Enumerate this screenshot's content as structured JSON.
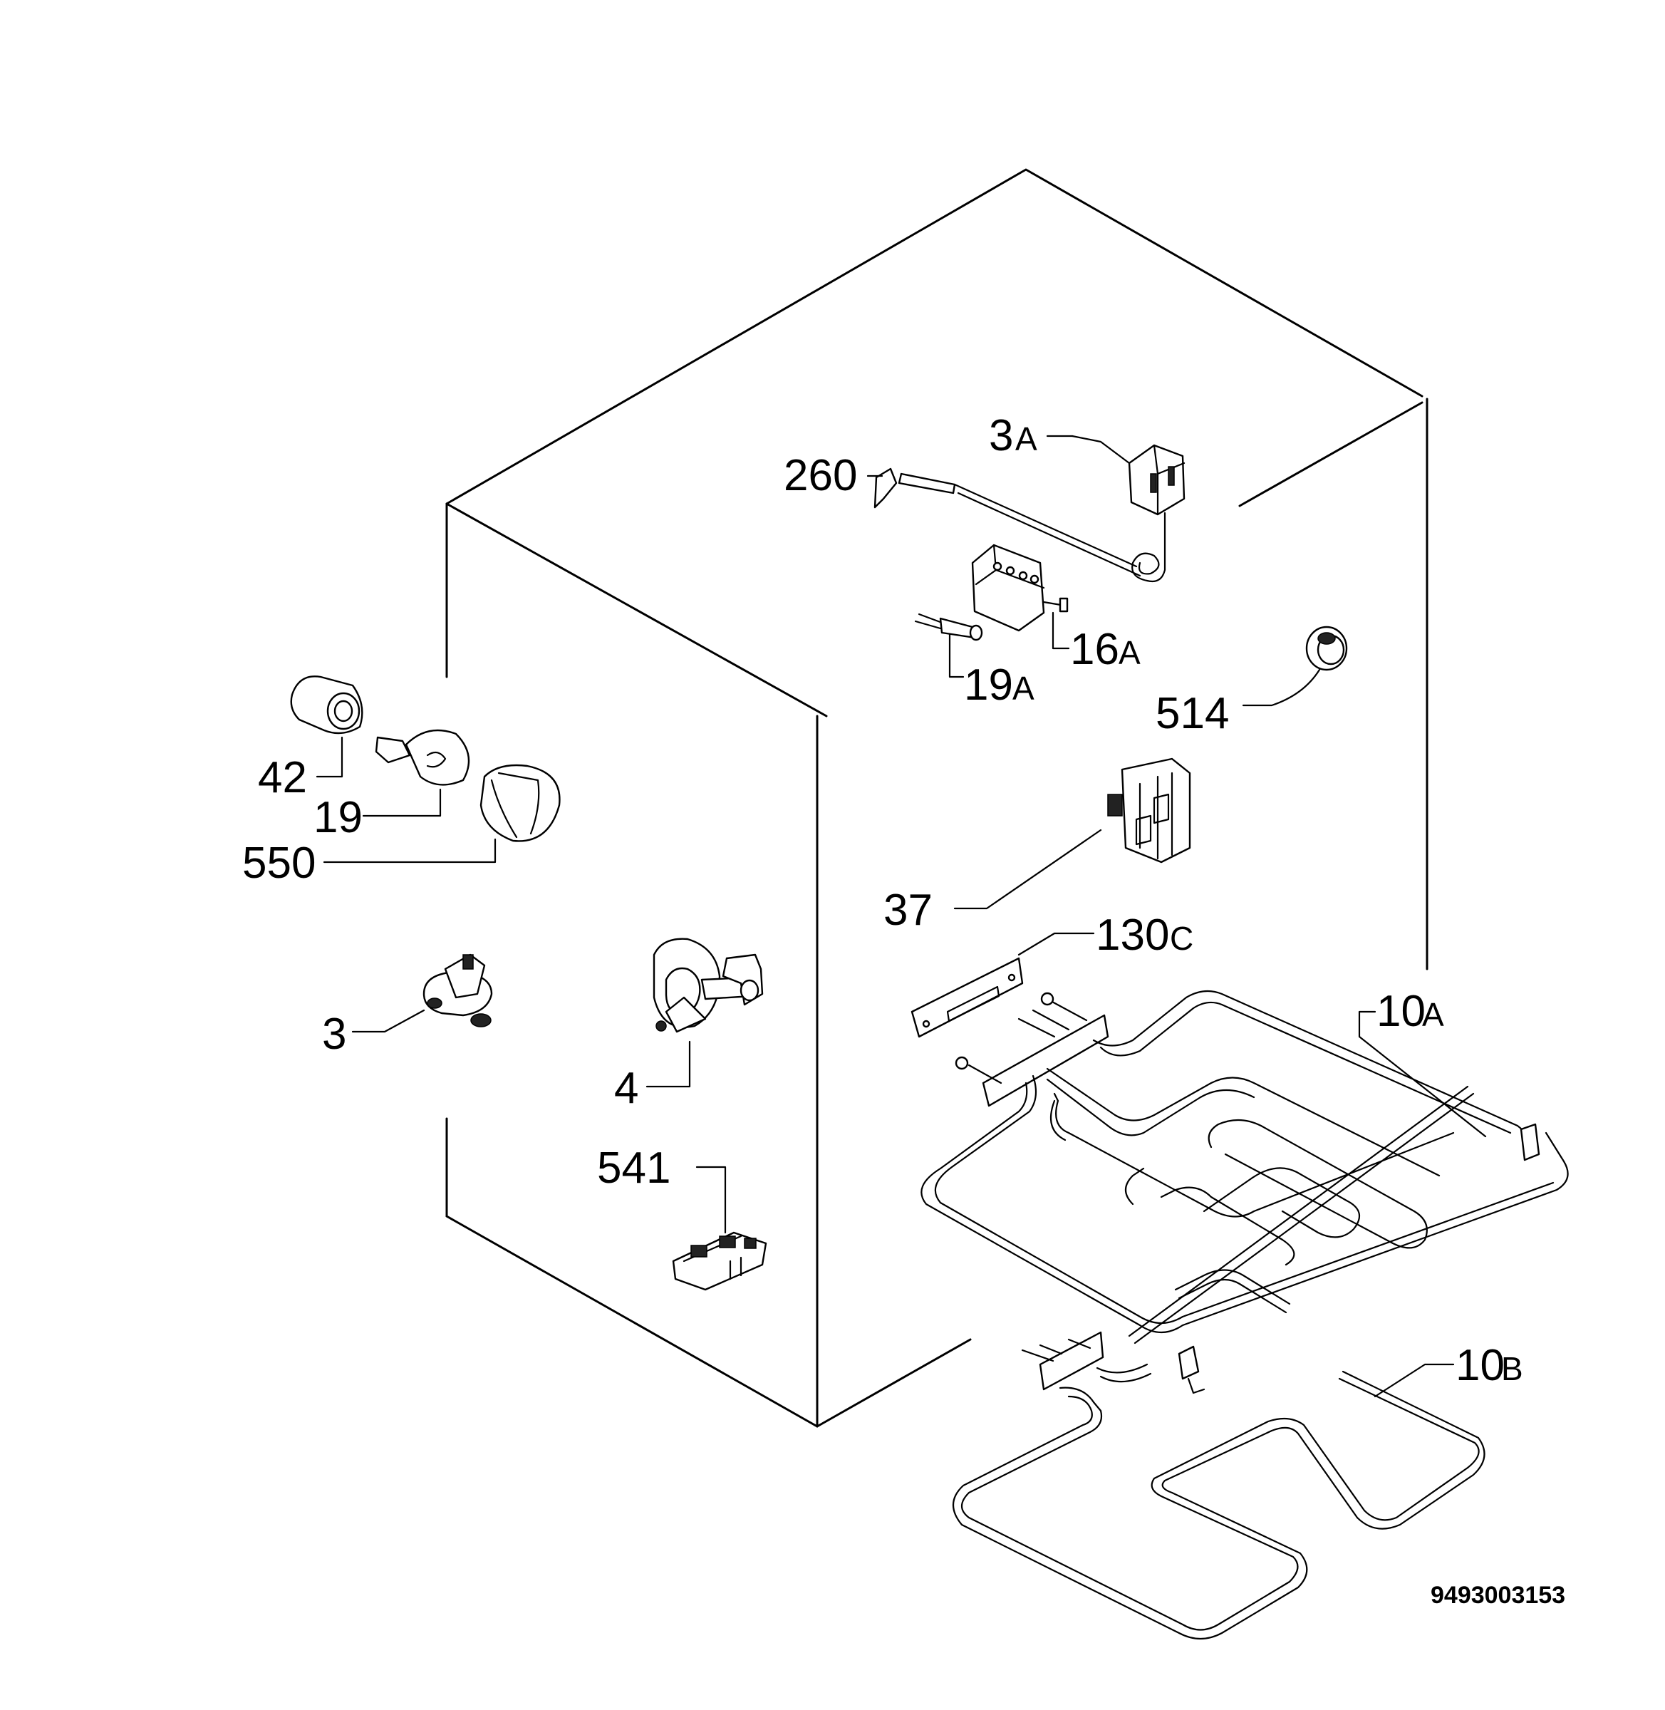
{
  "labels": {
    "p3a_num": "3",
    "p3a_suf": "A",
    "p260": "260",
    "p16a_num": "16",
    "p16a_suf": "A",
    "p19a_num": "19",
    "p19a_suf": "A",
    "p514": "514",
    "p42": "42",
    "p19": "19",
    "p550": "550",
    "p37": "37",
    "p130c_num": "130",
    "p130c_suf": "C",
    "p10a_num": "10",
    "p10a_suf": "A",
    "p3": "3",
    "p4": "4",
    "p541": "541",
    "p10b_num": "10",
    "p10b_suf": "B"
  },
  "drawing_number": "9493003153"
}
